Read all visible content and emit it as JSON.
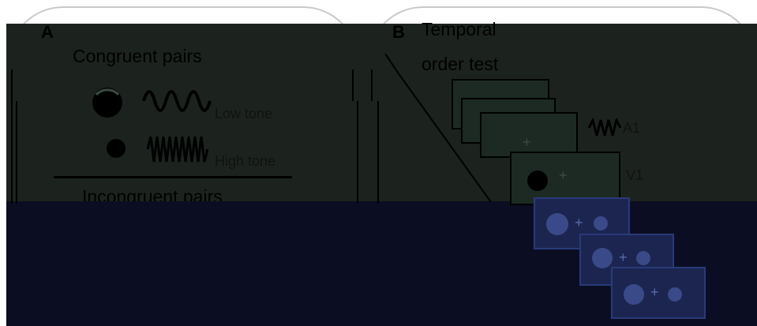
{
  "panel_a": {
    "letter": "A",
    "congruent_heading": "Congruent pairs",
    "low_tone_label": "Low tone",
    "high_tone_label": "High tone",
    "incongruent_heading": "Incongruent pairs"
  },
  "panel_b": {
    "letter": "B",
    "title_line1": "Temporal",
    "title_line2": "order test",
    "fixation_symbol": "+",
    "label_a1": "A1",
    "label_v1": "V1"
  },
  "colors": {
    "page_background": "#ffffff",
    "upper_band": "#1c231e",
    "lower_band": "#0b0e22",
    "panel_outline": "#c9c9c9"
  }
}
